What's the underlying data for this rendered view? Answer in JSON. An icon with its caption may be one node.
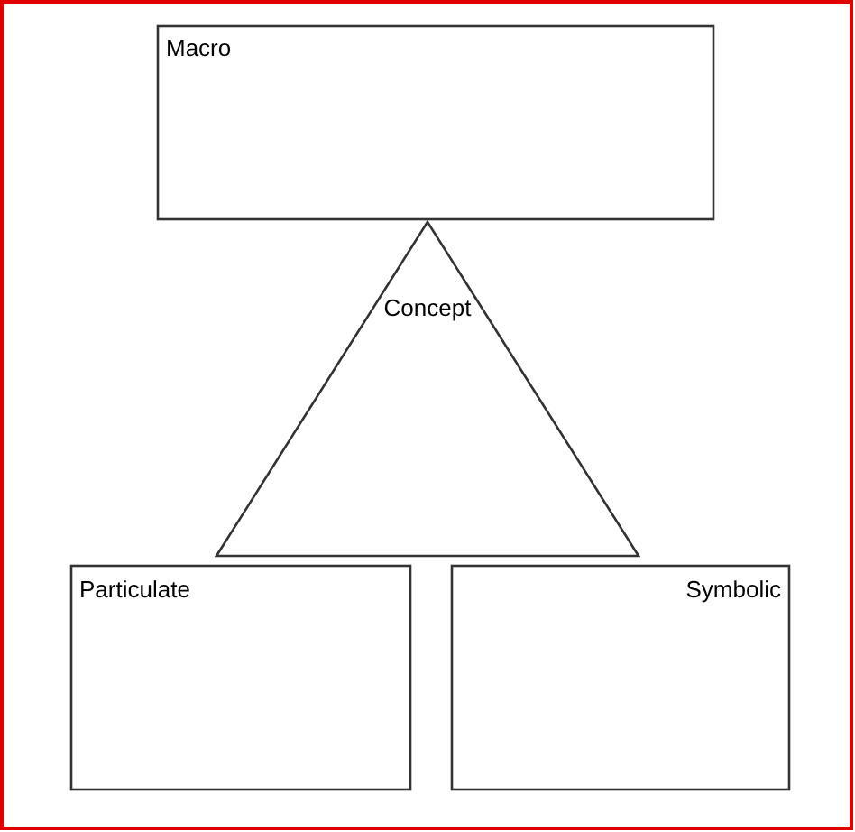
{
  "diagram": {
    "nodes": [
      {
        "text": [
          "Macro"
        ]
      },
      {
        "text": [
          "Concept"
        ]
      },
      {
        "text": [
          "Particulate"
        ]
      },
      {
        "text": [
          "Symbolic"
        ]
      }
    ]
  }
}
